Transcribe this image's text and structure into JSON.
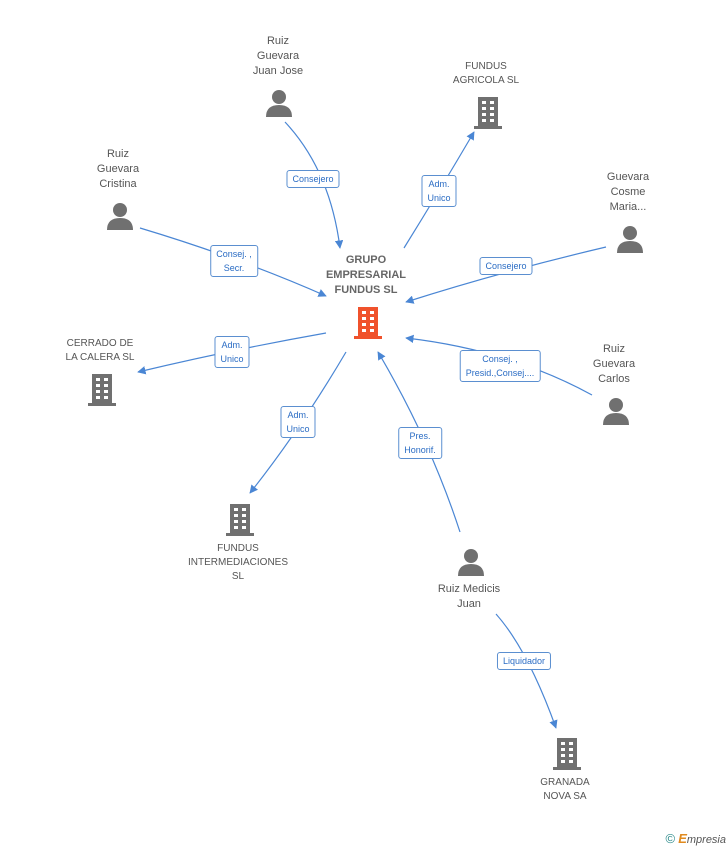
{
  "colors": {
    "edge": "#4a86d4",
    "edge_label_text": "#2a6cc4",
    "icon_gray": "#707070",
    "central_icon": "#f0522c"
  },
  "nodes": {
    "central": {
      "label": "GRUPO\nEMPRESARIAL\nFUNDUS SL",
      "icon": "building-icon"
    },
    "ruiz_juan_jose": {
      "label": "Ruiz\nGuevara\nJuan Jose",
      "icon": "person-icon"
    },
    "fundus_agricola": {
      "label": "FUNDUS\nAGRICOLA  SL",
      "icon": "building-icon"
    },
    "ruiz_cristina": {
      "label": "Ruiz\nGuevara\nCristina",
      "icon": "person-icon"
    },
    "guevara_cosme": {
      "label": "Guevara\nCosme\nMaria...",
      "icon": "person-icon"
    },
    "cerrado_calera": {
      "label": "CERRADO DE\nLA CALERA  SL",
      "icon": "building-icon"
    },
    "ruiz_carlos": {
      "label": "Ruiz\nGuevara\nCarlos",
      "icon": "person-icon"
    },
    "fundus_intermediaciones": {
      "label": "FUNDUS\nINTERMEDIACIONES\nSL",
      "icon": "building-icon"
    },
    "ruiz_medicis": {
      "label": "Ruiz Medicis\nJuan",
      "icon": "person-icon"
    },
    "granada_nova": {
      "label": "GRANADA\nNOVA SA",
      "icon": "building-icon"
    }
  },
  "edges": {
    "juan_jose": "Consejero",
    "agricola": "Adm.\nUnico",
    "cristina": "Consej. ,\nSecr.",
    "cosme": "Consejero",
    "calera": "Adm.\nUnico",
    "carlos": "Consej. ,\nPresid.,Consej....",
    "intermediaciones": "Adm.\nUnico",
    "medicis": "Pres.\nHonorif.",
    "granada": "Liquidador"
  },
  "brand": {
    "copyright": "©",
    "e": "E",
    "rest": "mpresia"
  }
}
